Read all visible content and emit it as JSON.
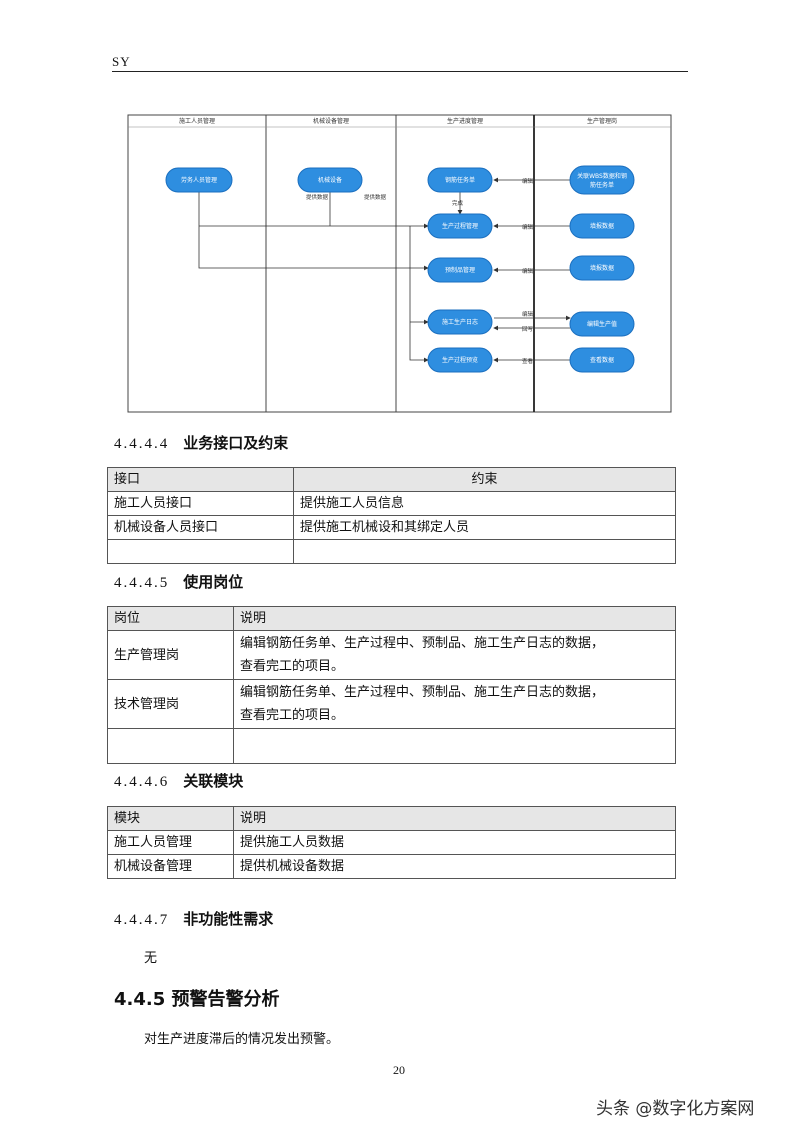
{
  "header": {
    "text": "SY"
  },
  "diagram": {
    "lanes": [
      "施工人员管理",
      "机械设备管理",
      "生产进度管理",
      "生产管理岗"
    ],
    "nodes": {
      "worker_mgmt": "劳务人员管理",
      "machine": "机械设备",
      "rebar_task": "钢筋任务单",
      "process_mgmt": "生产过程管理",
      "prefab_mgmt": "预制品管理",
      "daily_log": "施工生产日志",
      "process_review": "生产过程预览",
      "wbs_line1": "关联WBS数据和钢",
      "wbs_line2": "筋任务单",
      "fill_data_1": "填报数据",
      "fill_data_2": "填报数据",
      "edit_log": "编辑生产值",
      "view_data": "查看数据"
    },
    "edges": {
      "provide_data_1": "提供数据",
      "provide_data_2": "提供数据",
      "complete": "完成",
      "edit1": "编辑",
      "edit2": "编辑",
      "edit3": "编辑",
      "edit4": "编辑",
      "rollback": "回写",
      "view": "查看"
    }
  },
  "sec_interface": {
    "number": "4.4.4.4",
    "title": "业务接口及约束",
    "headers": [
      "接口",
      "约束"
    ],
    "rows": [
      [
        "施工人员接口",
        "提供施工人员信息"
      ],
      [
        "机械设备人员接口",
        "提供施工机械设和其绑定人员"
      ],
      [
        "",
        ""
      ]
    ]
  },
  "sec_posts": {
    "number": "4.4.4.5",
    "title": "使用岗位",
    "headers": [
      "岗位",
      "说明"
    ],
    "rows": [
      [
        "生产管理岗",
        "编辑钢筋任务单、生产过程中、预制品、施工生产日志的数据，",
        "查看完工的项目。"
      ],
      [
        "技术管理岗",
        "编辑钢筋任务单、生产过程中、预制品、施工生产日志的数据，",
        "查看完工的项目。"
      ],
      [
        "",
        "",
        ""
      ]
    ]
  },
  "sec_modules": {
    "number": "4.4.4.6",
    "title": "关联模块",
    "headers": [
      "模块",
      "说明"
    ],
    "rows": [
      [
        "施工人员管理",
        "提供施工人员数据"
      ],
      [
        "机械设备管理",
        "提供机械设备数据"
      ]
    ]
  },
  "sec_nonfunc": {
    "number": "4.4.4.7",
    "title": "非功能性需求",
    "body": "无"
  },
  "sec_warning": {
    "title": "4.4.5 预警告警分析",
    "body": "对生产进度滞后的情况发出预警。"
  },
  "page_number": "20",
  "watermark": "头条 @数字化方案网",
  "colors": {
    "pill": "#2e8ee0",
    "pill_stroke": "#1b6fbf",
    "table_head": "#e6e6e6"
  }
}
